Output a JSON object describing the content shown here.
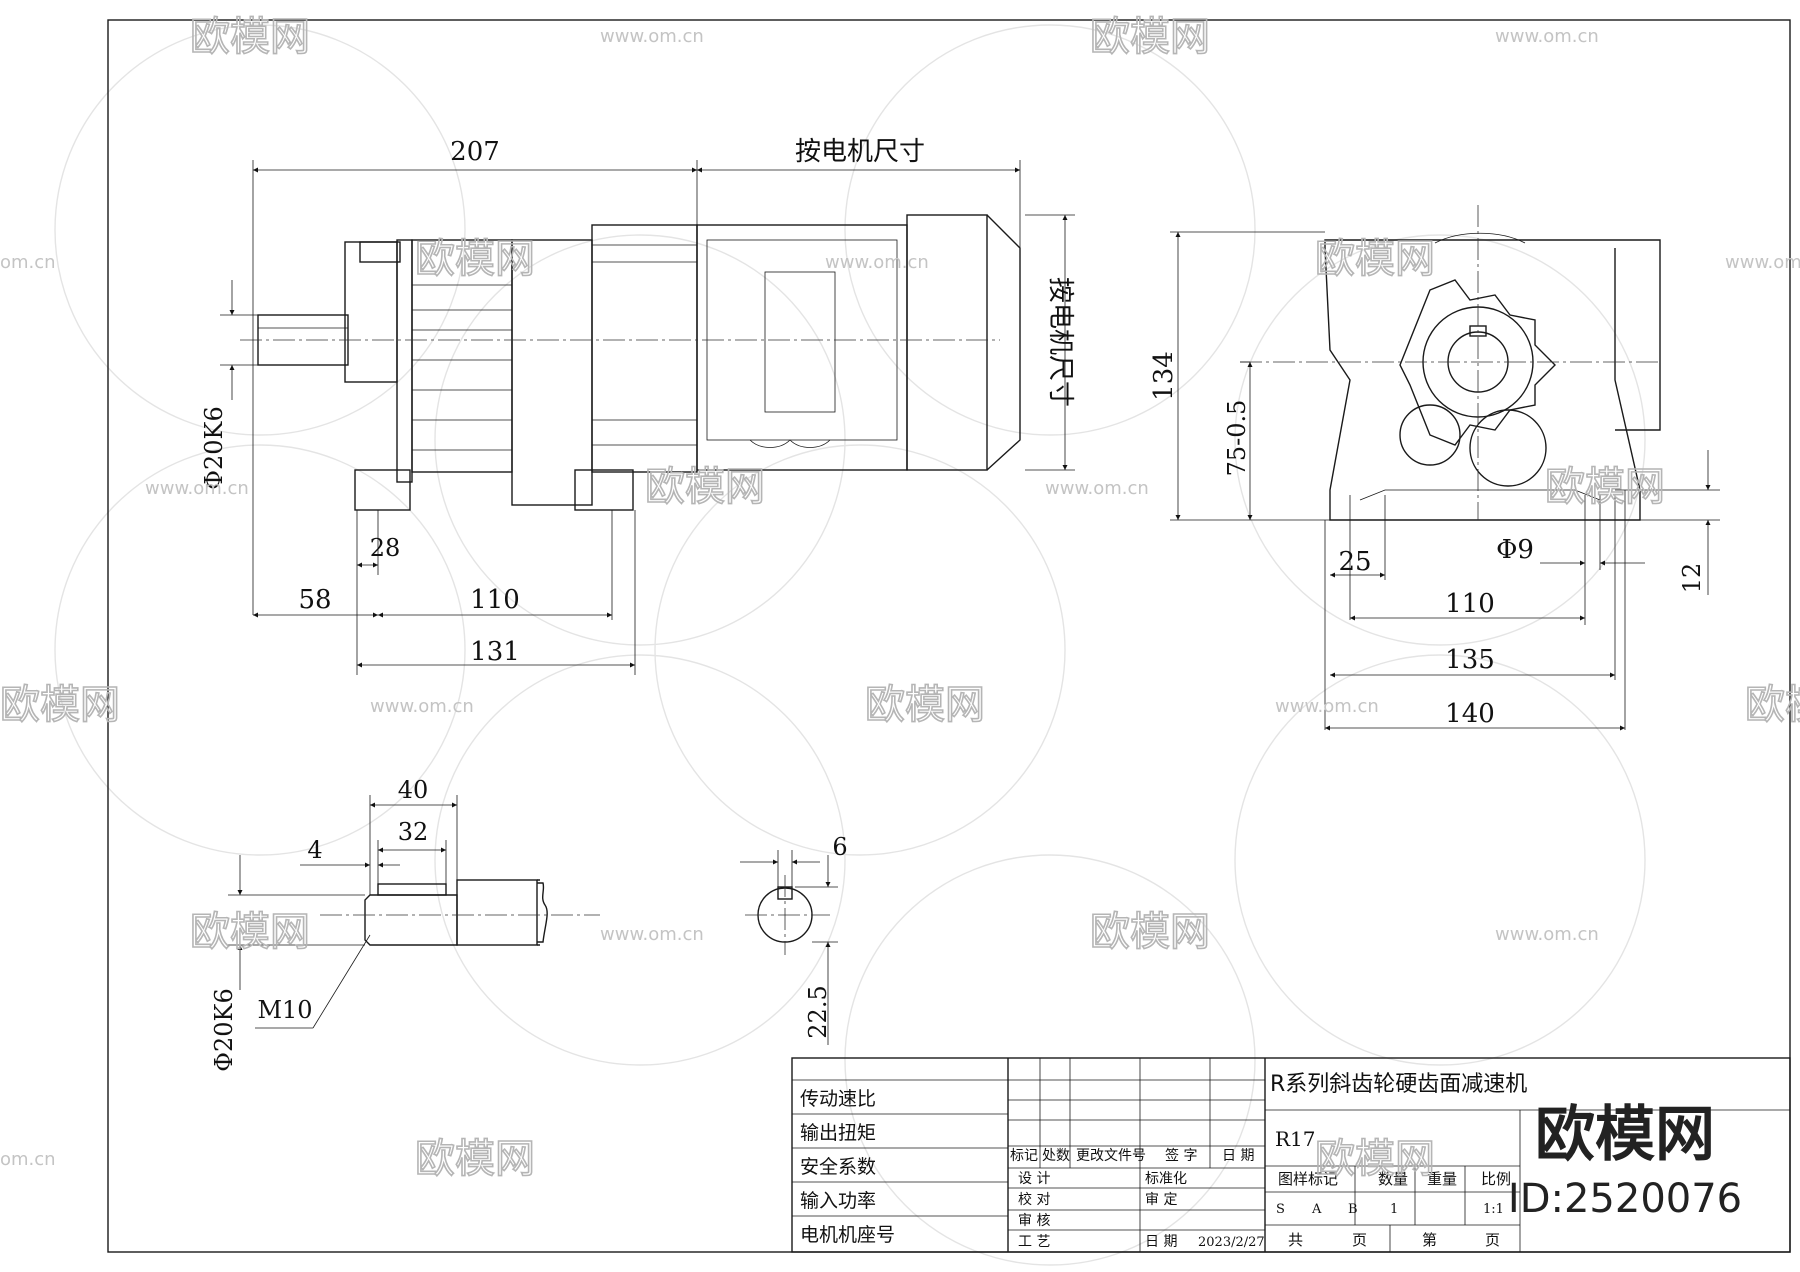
{
  "watermark": {
    "brand": "欧模网",
    "url": "www.om.cn",
    "url_short": "om.cn"
  },
  "side_view": {
    "dims": {
      "overall": "207",
      "motor": "按电机尺寸",
      "motor_height": "按电机尺寸",
      "shaft_dia": "Φ20K6",
      "d28": "28",
      "d58": "58",
      "d110": "110",
      "d131": "131"
    }
  },
  "end_view": {
    "dims": {
      "height": "134",
      "center_height": "75-0.5",
      "d25": "25",
      "hole": "Φ9",
      "d12": "12",
      "d110": "110",
      "d135": "135",
      "d140": "140"
    }
  },
  "shaft_detail": {
    "dims": {
      "d40": "40",
      "d32": "32",
      "d4": "4",
      "thread": "M10",
      "dia": "Φ20K6"
    }
  },
  "key_section": {
    "dims": {
      "width": "6",
      "depth": "22.5"
    }
  },
  "title_block": {
    "params": [
      "传动速比",
      "输出扭矩",
      "安全系数",
      "输入功率",
      "电机机座号"
    ],
    "title": "R系列斜齿轮硬齿面减速机",
    "model": "R17",
    "rev_headers": [
      "标记",
      "处数",
      "更改文件号",
      "签 字",
      "日 期"
    ],
    "sign_rows": [
      {
        "left": "设 计",
        "mid": "标准化"
      },
      {
        "left": "校 对",
        "mid": "审 定"
      },
      {
        "left": "审 核",
        "mid": ""
      },
      {
        "left": "工 艺",
        "mid": "日 期"
      }
    ],
    "date": "2023/2/27",
    "attr_headers": [
      "图样标记",
      "数量",
      "重量",
      "比例"
    ],
    "attr_marks": [
      "S",
      "A",
      "B"
    ],
    "qty": "1",
    "scale": "1:1",
    "total_label": "共",
    "page_label": "页",
    "sheet_label": "第",
    "sheet_page_label": "页"
  },
  "logo": {
    "text": "欧模网",
    "id": "ID:2520076"
  }
}
